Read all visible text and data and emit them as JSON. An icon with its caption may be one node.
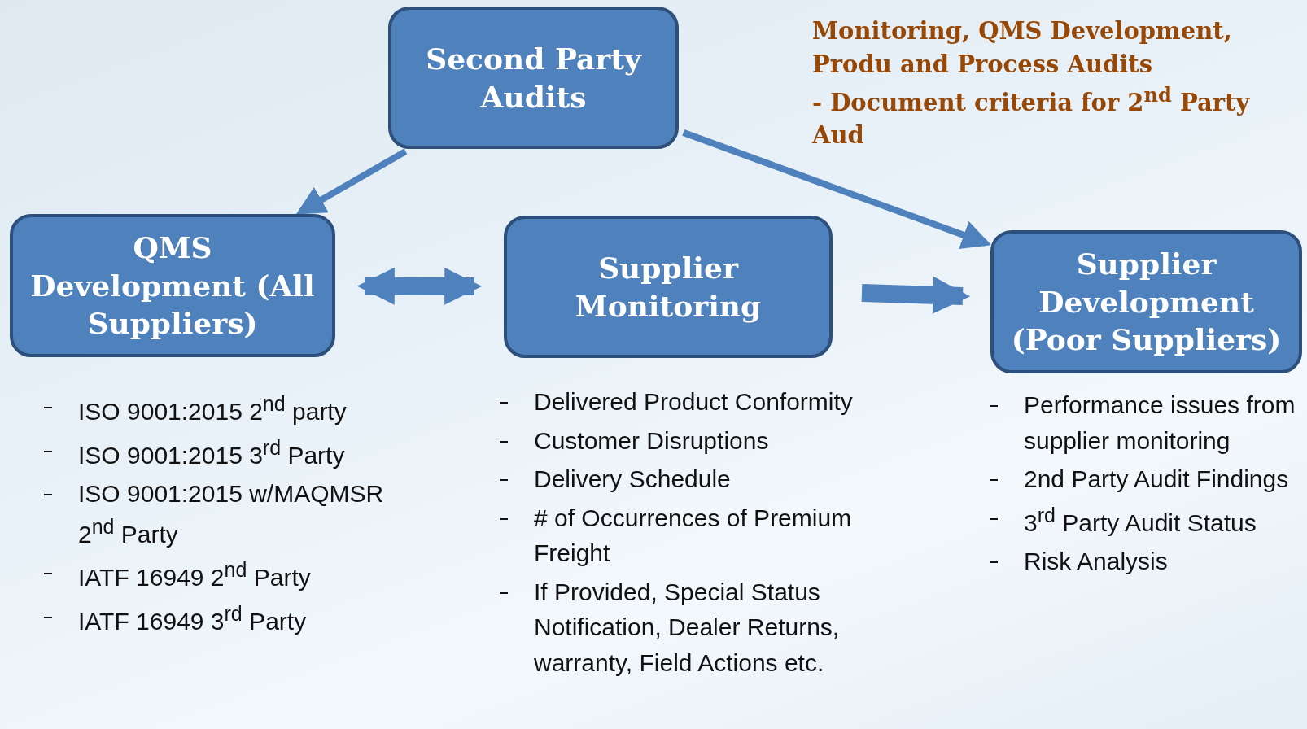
{
  "diagram": {
    "nodes": [
      {
        "text": [
          "Second Party Audits"
        ]
      },
      {
        "text": [
          "QMS Development (All Suppliers)"
        ],
        "beside": [
          "ISO 9001:2015 2$^{nd}$ party",
          "ISO 9001:2015 3$^{rd}$ Party",
          "ISO 9001:2015 w/MAQMSR 2$^{nd}$ Party",
          "IATF 16949 2$^{nd}$ Party",
          "IATF 16949 3$^{rd}$ Party"
        ]
      },
      {
        "text": [
          "Supplier Monitoring"
        ],
        "beside": [
          "Delivered Product Conformity",
          "Customer Disruptions",
          "Delivery Schedule",
          "# of Occurrences of Premium Freight",
          "If Provided, Special Status Notification, Dealer Returns, warranty, Field Actions etc."
        ]
      },
      {
        "text": [
          "Supplier Development (Poor Suppliers)"
        ],
        "beside": [
          "Performance issues from supplier monitoring",
          "2nd Party Audit Findings",
          "3$^{rd}$ Party Audit Status",
          "Risk Analysis"
        ]
      }
    ],
    "edges": [
      {
        "from": 0,
        "to": 1,
        "arrow": "to"
      },
      {
        "from": 0,
        "to": 3,
        "arrow": "to"
      },
      {
        "from": 1,
        "to": 2,
        "arrow": "both",
        "style": "thick"
      },
      {
        "from": 2,
        "to": 3,
        "arrow": "to",
        "style": "thick"
      }
    ],
    "labels": [
      "Monitoring, QMS Development, Produ and Process Audits",
      "- Document criteria for 2$^{nd}$ Party Aud"
    ]
  }
}
